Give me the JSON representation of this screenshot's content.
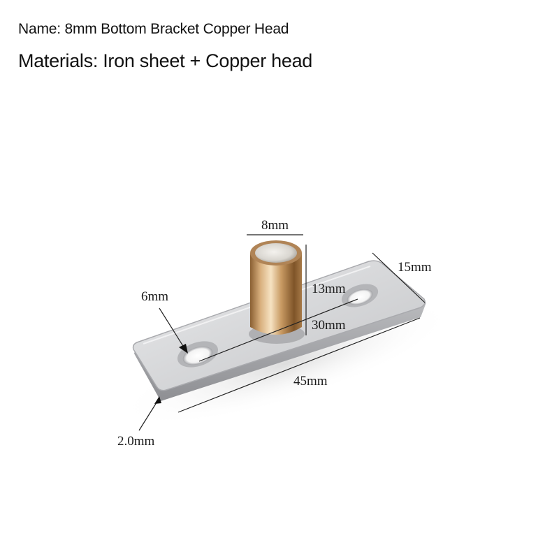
{
  "header": {
    "name": "Name: 8mm Bottom Bracket Copper Head",
    "materials": "Materials: Iron sheet + Copper head"
  },
  "dimensions": {
    "pin_diameter": "8mm",
    "plate_width": "15mm",
    "pin_height": "13mm",
    "hole_spacing": "30mm",
    "hole_diameter": "6mm",
    "plate_length": "45mm",
    "plate_thickness": "2.0mm"
  },
  "colors": {
    "background": "#ffffff",
    "plate": "#d9dadc",
    "copper": "#c9a070",
    "text": "#111111"
  }
}
